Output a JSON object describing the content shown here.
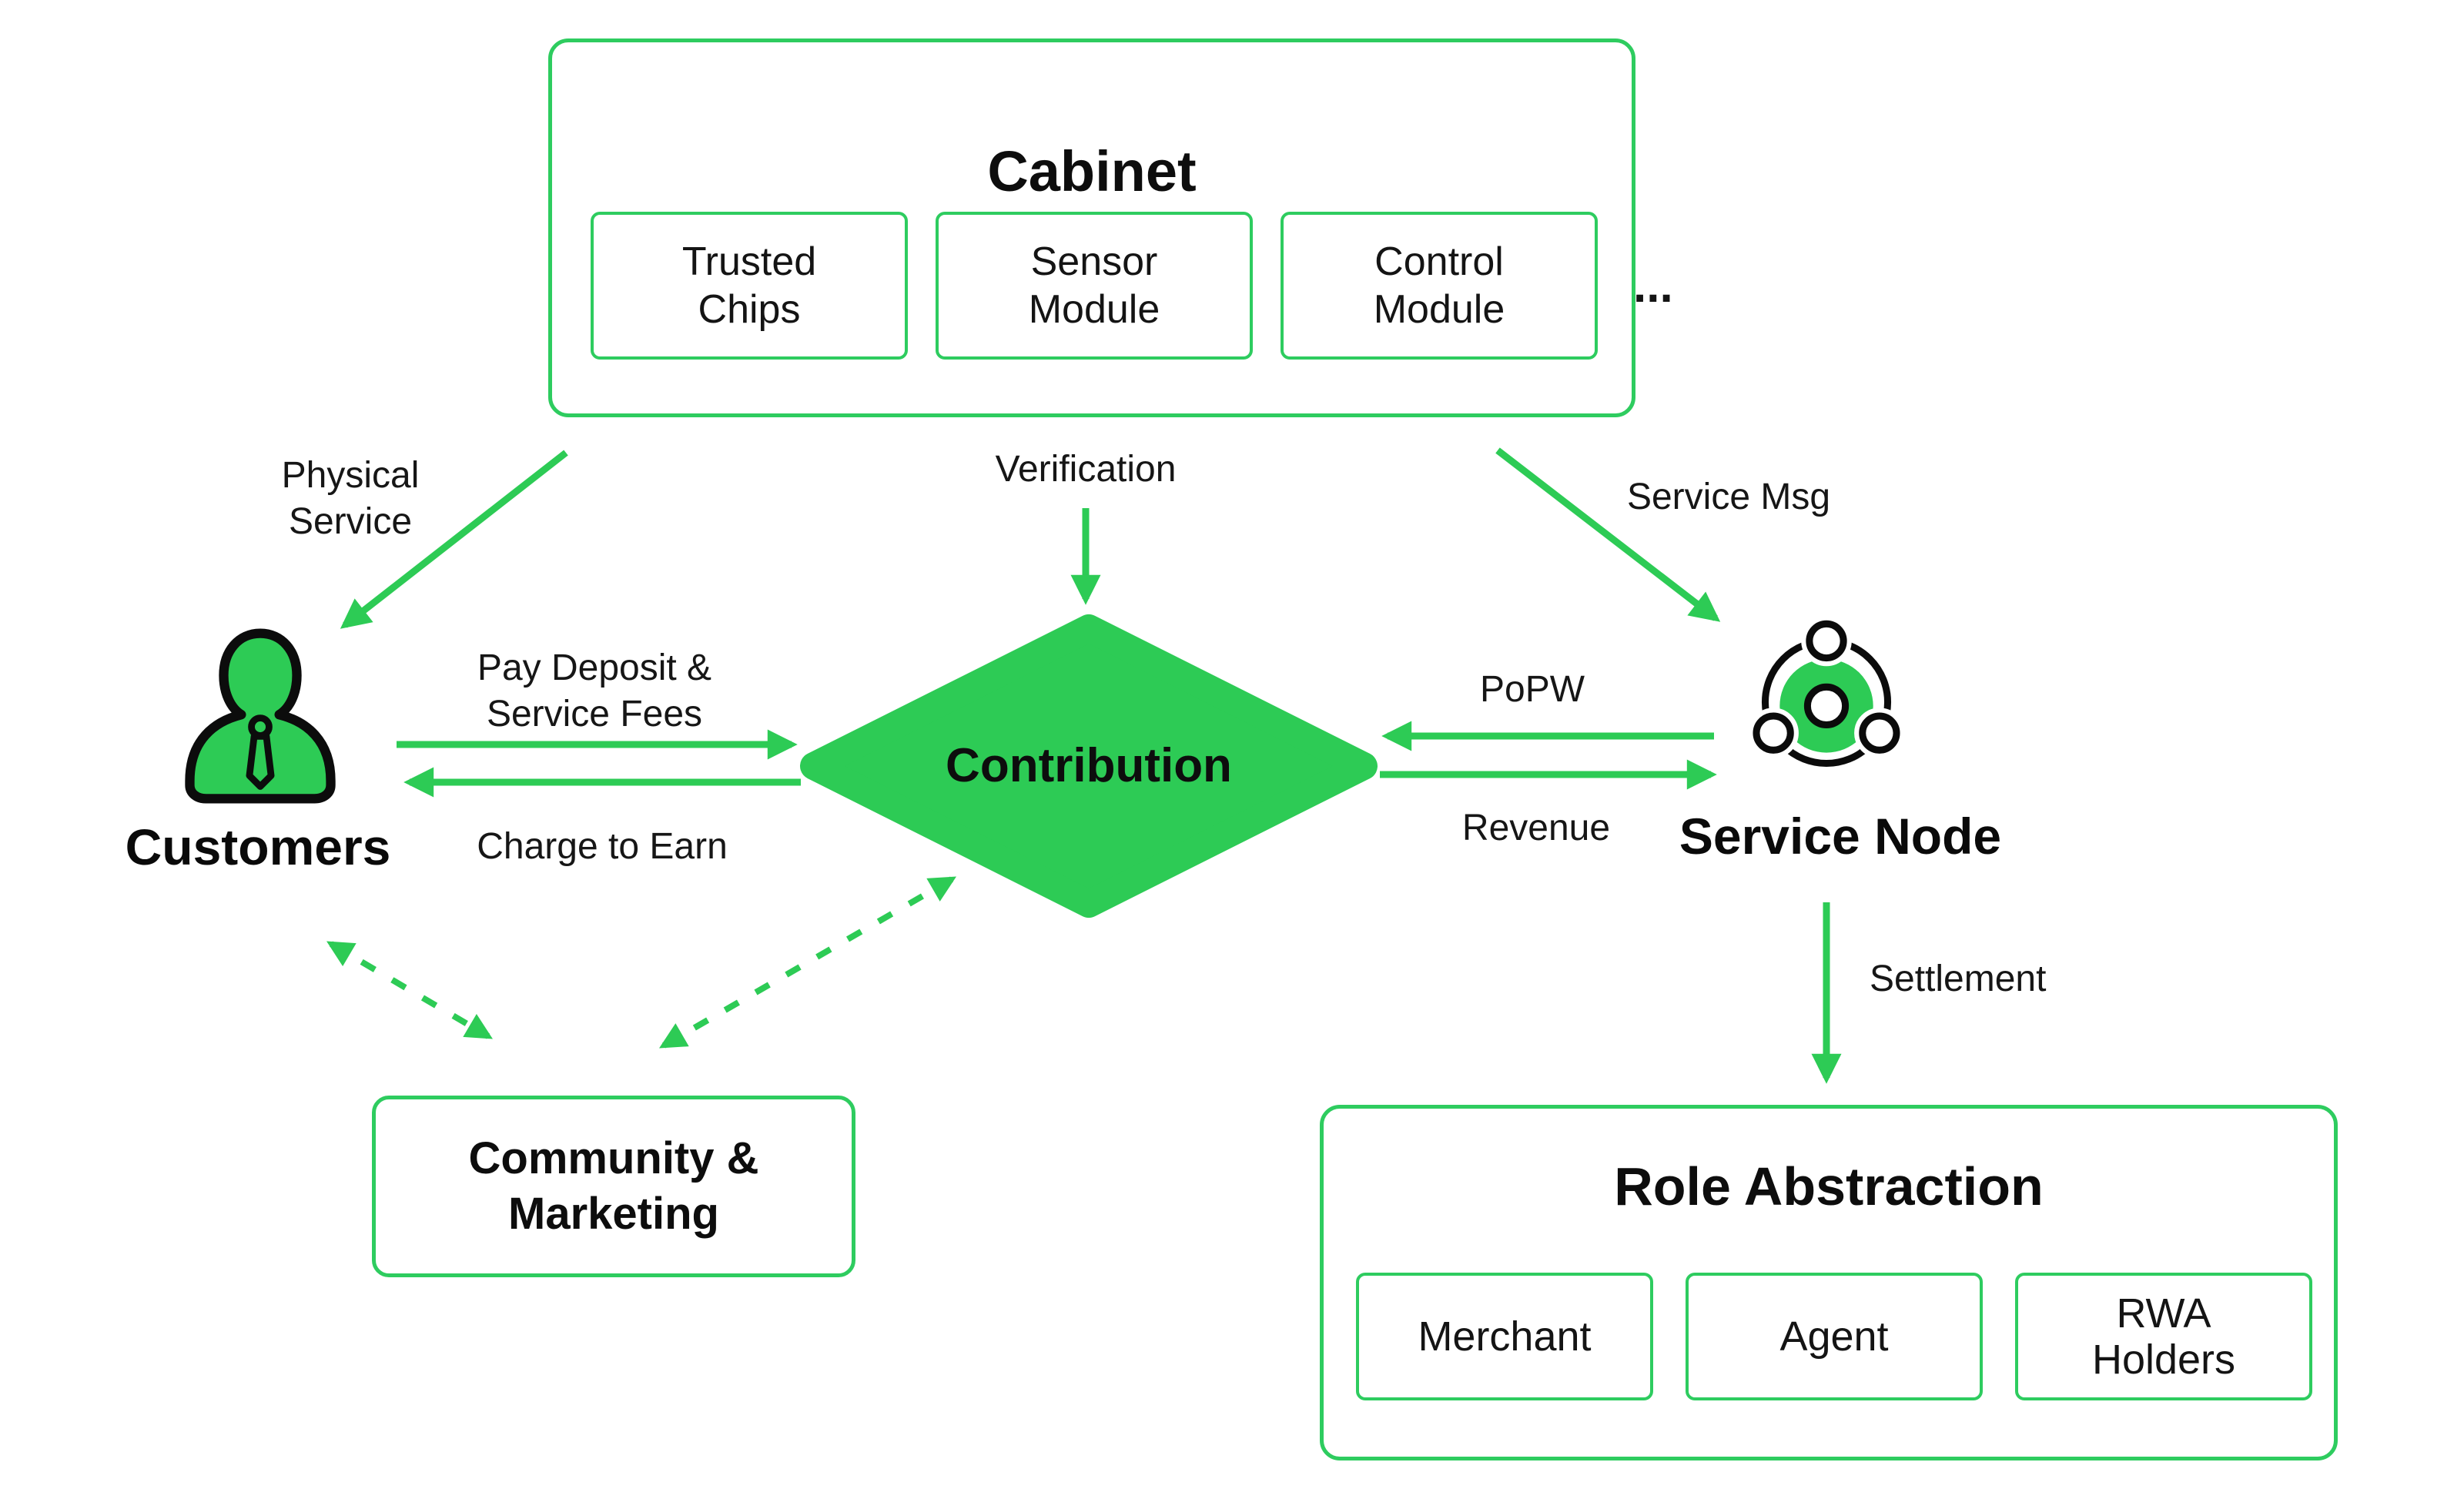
{
  "colors": {
    "green": "#2dcb55",
    "border_green": "#2ecc5f",
    "text": "#141414",
    "background": "#ffffff"
  },
  "nodes": {
    "cabinet": {
      "title": "Cabinet",
      "modules": [
        "Trusted Chips",
        "Sensor Module",
        "Control Module"
      ],
      "more_indicator": "..."
    },
    "customers": {
      "label": "Customers",
      "icon": "person-icon"
    },
    "contribution": {
      "label": "Contribution",
      "shape": "diamond"
    },
    "service_node": {
      "label": "Service Node",
      "icon": "network-node-icon"
    },
    "community_marketing": {
      "label": "Community & Marketing"
    },
    "role_abstraction": {
      "title": "Role Abstraction",
      "roles": [
        "Merchant",
        "Agent",
        "RWA Holders"
      ]
    }
  },
  "edges": {
    "physical_service": {
      "label": "Physical Service",
      "from": "cabinet",
      "to": "customers",
      "style": "solid"
    },
    "verification": {
      "label": "Verification",
      "from": "cabinet",
      "to": "contribution",
      "style": "solid"
    },
    "service_msg": {
      "label": "Service Msg",
      "from": "cabinet",
      "to": "service_node",
      "style": "solid"
    },
    "pay_deposit": {
      "label": "Pay Deposit & Service Fees",
      "from": "customers",
      "to": "contribution",
      "style": "solid"
    },
    "charge_to_earn": {
      "label": "Charge to Earn",
      "from": "contribution",
      "to": "customers",
      "style": "solid"
    },
    "popw": {
      "label": "PoPW",
      "from": "service_node",
      "to": "contribution",
      "style": "solid"
    },
    "revenue": {
      "label": "Revenue",
      "from": "contribution",
      "to": "service_node",
      "style": "solid"
    },
    "settlement": {
      "label": "Settlement",
      "from": "service_node",
      "to": "role_abstraction",
      "style": "solid"
    },
    "customers_community": {
      "from": "customers",
      "to": "community_marketing",
      "style": "dashed",
      "bidirectional": true
    },
    "community_contribution": {
      "from": "community_marketing",
      "to": "contribution",
      "style": "dashed",
      "bidirectional": true
    }
  }
}
